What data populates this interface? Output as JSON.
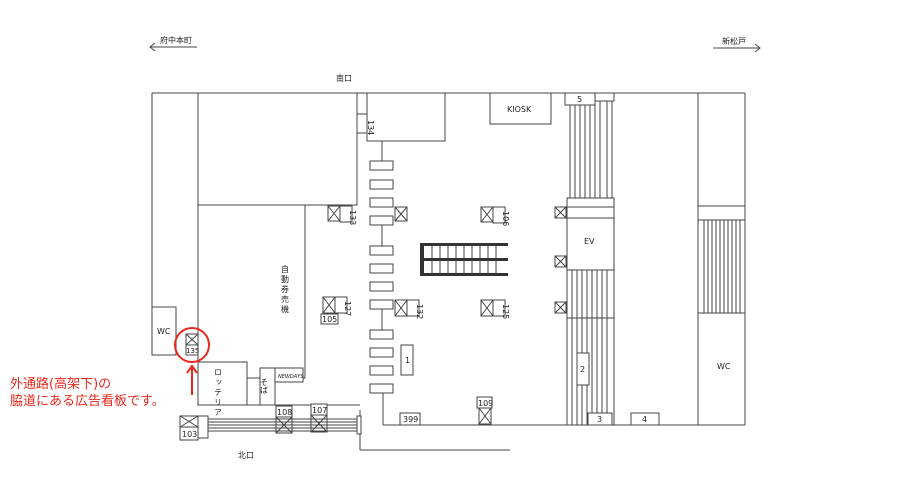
{
  "directions": {
    "left": "府中本町",
    "right": "新松戸"
  },
  "exits": {
    "south": "南口",
    "north": "北口"
  },
  "facilities": {
    "kiosk": "KIOSK",
    "ev": "EV",
    "wc_left": "WC",
    "wc_right": "WC",
    "ticket_machines": "自動券売機",
    "lotteria": "ロッテリア",
    "soba": "そば",
    "newdays": "NEWDAYS"
  },
  "ad_numbers": {
    "n5": "5",
    "n134": "134",
    "n133": "133",
    "n106": "106",
    "n127": "127",
    "n105": "105",
    "n132": "132",
    "n125": "125",
    "n135": "135",
    "n1": "1",
    "n2": "2",
    "n109": "109",
    "n399": "399",
    "n3": "3",
    "n4": "4",
    "n108": "108",
    "n107": "107",
    "n103": "103"
  },
  "annotation": {
    "line1": "外通路(高架下)の",
    "line2": "脇道にある広告看板です。",
    "highlight_color": "#e8281e"
  }
}
